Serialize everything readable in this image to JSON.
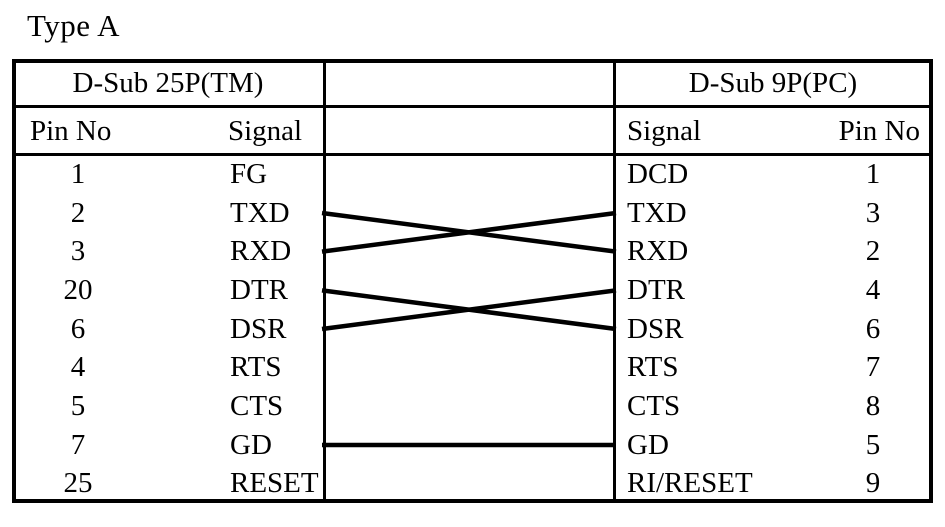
{
  "title": "Type A",
  "connectors": {
    "left": {
      "header": "D-Sub 25P(TM)",
      "columns": {
        "pin": "Pin No",
        "signal": "Signal"
      },
      "rows": [
        {
          "pin": "1",
          "signal": "FG"
        },
        {
          "pin": "2",
          "signal": "TXD"
        },
        {
          "pin": "3",
          "signal": "RXD"
        },
        {
          "pin": "20",
          "signal": "DTR"
        },
        {
          "pin": "6",
          "signal": "DSR"
        },
        {
          "pin": "4",
          "signal": "RTS"
        },
        {
          "pin": "5",
          "signal": "CTS"
        },
        {
          "pin": "7",
          "signal": "GD"
        },
        {
          "pin": "25",
          "signal": "RESET"
        }
      ]
    },
    "right": {
      "header": "D-Sub 9P(PC)",
      "columns": {
        "signal": "Signal",
        "pin": "Pin No"
      },
      "rows": [
        {
          "signal": "DCD",
          "pin": "1"
        },
        {
          "signal": "TXD",
          "pin": "3"
        },
        {
          "signal": "RXD",
          "pin": "2"
        },
        {
          "signal": "DTR",
          "pin": "4"
        },
        {
          "signal": "DSR",
          "pin": "6"
        },
        {
          "signal": "RTS",
          "pin": "7"
        },
        {
          "signal": "CTS",
          "pin": "8"
        },
        {
          "signal": "GD",
          "pin": "5"
        },
        {
          "signal": "RI/RESET",
          "pin": "9"
        }
      ]
    }
  },
  "connections": [
    {
      "from_signal": "TXD",
      "from_row": 1,
      "to_signal": "RXD",
      "to_row": 2
    },
    {
      "from_signal": "RXD",
      "from_row": 2,
      "to_signal": "TXD",
      "to_row": 1
    },
    {
      "from_signal": "DTR",
      "from_row": 3,
      "to_signal": "DSR",
      "to_row": 4
    },
    {
      "from_signal": "DSR",
      "from_row": 4,
      "to_signal": "DTR",
      "to_row": 3
    },
    {
      "from_signal": "GD",
      "from_row": 7,
      "to_signal": "GD",
      "to_row": 7
    }
  ],
  "colors": {
    "line": "#000000",
    "text": "#000000",
    "background": "#ffffff"
  }
}
